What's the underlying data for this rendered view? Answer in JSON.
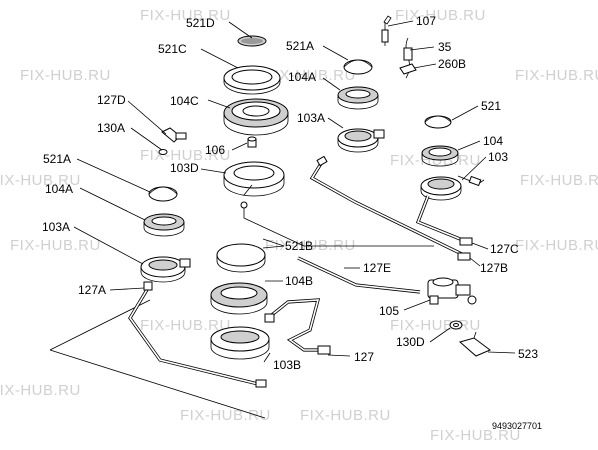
{
  "watermark": "FIX-HUB.RU",
  "drawing_code": "9493027701",
  "labels": {
    "l521D": "521D",
    "l521C": "521C",
    "l104C": "104C",
    "l127D": "127D",
    "l130A": "130A",
    "l106": "106",
    "l103D": "103D",
    "l521A_left": "521A",
    "l104A_left": "104A",
    "l103A_left": "103A",
    "l127A": "127A",
    "l521B": "521B",
    "l104B": "104B",
    "l103B": "103B",
    "l127": "127",
    "l127E": "127E",
    "l105": "105",
    "l130D": "130D",
    "l523": "523",
    "l107": "107",
    "l35": "35",
    "l260B": "260B",
    "l521A_top": "521A",
    "l104A_top": "104A",
    "l103A_top": "103A",
    "l521": "521",
    "l104": "104",
    "l103": "103",
    "l127C": "127C",
    "l127B": "127B"
  }
}
